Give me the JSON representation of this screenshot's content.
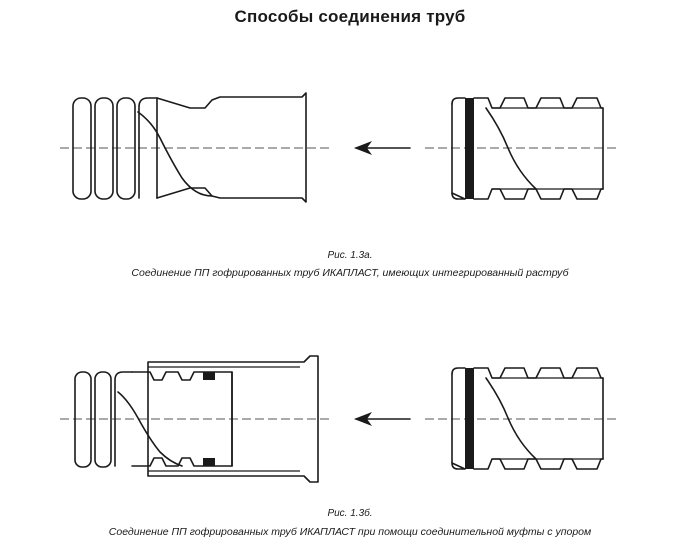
{
  "title": "Способы соединения труб",
  "figures": [
    {
      "number": "Рис. 1.3а.",
      "caption": "Соединение ПП гофрированных труб  ИКАПЛАСТ, имеющих интегрированный раструб"
    },
    {
      "number": "Рис. 1.3б.",
      "caption": "Соединение ПП гофрированных труб ИКАПЛАСТ при помощи соединительной муфты с упором"
    }
  ],
  "icons": {
    "arrow": "arrow-left-icon",
    "seal": "sealing-ring-icon"
  },
  "colors": {
    "line": "#1a1a1a",
    "background": "#ffffff"
  }
}
